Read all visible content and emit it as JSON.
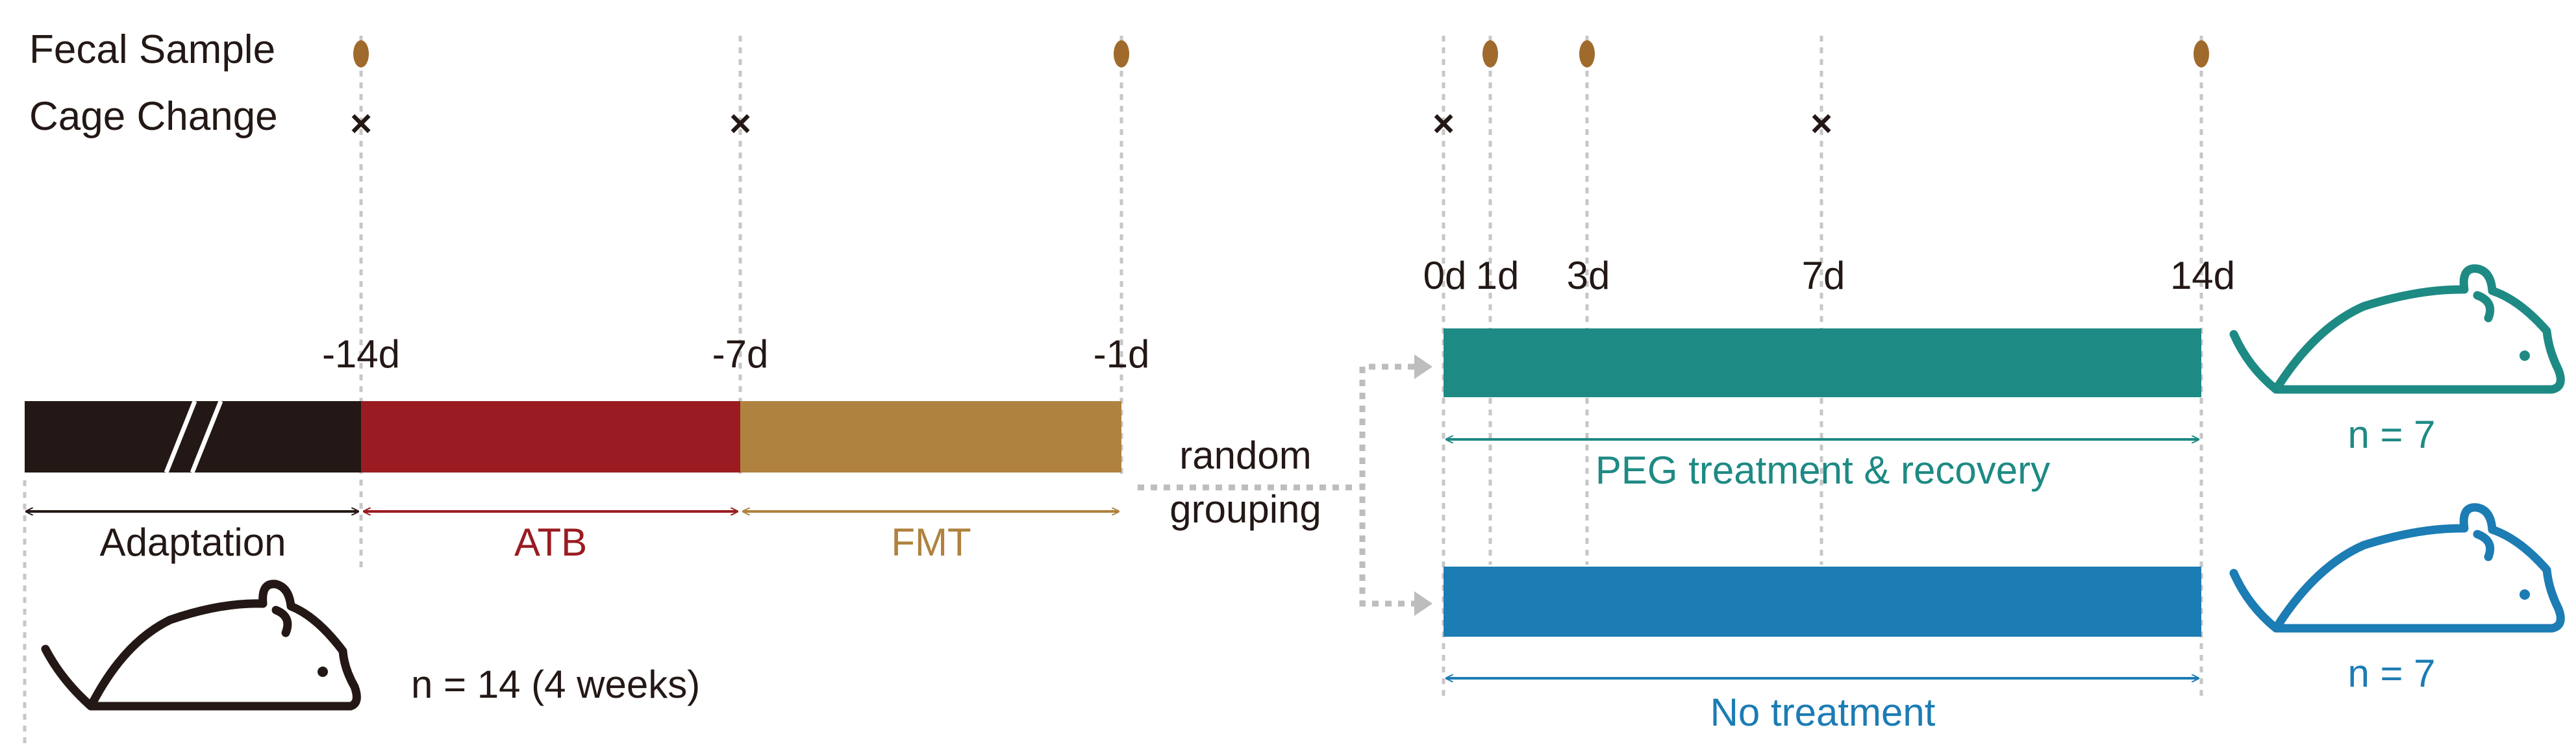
{
  "legend": {
    "fecal_sample": "Fecal Sample",
    "cage_change": "Cage Change",
    "cross_symbol": "×"
  },
  "timeline_pre": {
    "ticks": [
      "-14d",
      "-7d",
      "-1d"
    ],
    "phases": [
      {
        "label": "Adaptation",
        "color": "#231815"
      },
      {
        "label": "ATB",
        "color": "#9a1c22"
      },
      {
        "label": "FMT",
        "color": "#b0823f"
      }
    ]
  },
  "mouse_count_total": "n = 14 (4 weeks)",
  "grouping_label": [
    "random",
    "grouping"
  ],
  "timeline_post": {
    "ticks": [
      "0d",
      "1d",
      "3d",
      "7d",
      "14d"
    ]
  },
  "groups": [
    {
      "label": "PEG treatment & recovery",
      "n": "n = 7",
      "color": "#1e8a84"
    },
    {
      "label": "No treatment",
      "n": "n = 7",
      "color": "#1c7cb4"
    }
  ],
  "colors": {
    "fecal": "#a06a2c",
    "guide": "#c7c7c7",
    "text": "#231815",
    "grouping_arrow": "#bdbdbd"
  }
}
